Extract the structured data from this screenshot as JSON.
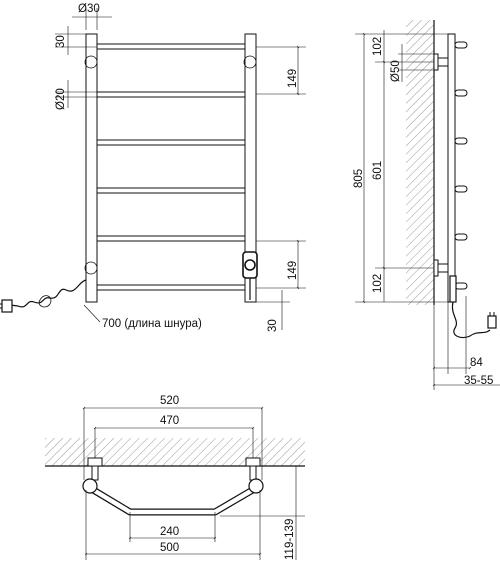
{
  "front_view": {
    "pipe_diameter": "Ø30",
    "top_offset": "30",
    "rung_diameter": "Ø20",
    "upper_spacing": "149",
    "lower_spacing": "149",
    "bottom_offset": "30",
    "cord_label": "700 (длина шнура)"
  },
  "side_view": {
    "total_height": "805",
    "mount_spacing": "601",
    "top_mount_offset": "102",
    "bottom_mount_offset": "102",
    "flange_diameter": "Ø50",
    "plug_offset": "84",
    "wall_distance": "35-55"
  },
  "top_view": {
    "outer_width": "520",
    "mount_width": "470",
    "inner_width": "240",
    "base_width": "500",
    "depth": "119-139"
  },
  "colors": {
    "line": "#111111",
    "hatch": "#555555",
    "fill": "#ffffff"
  }
}
